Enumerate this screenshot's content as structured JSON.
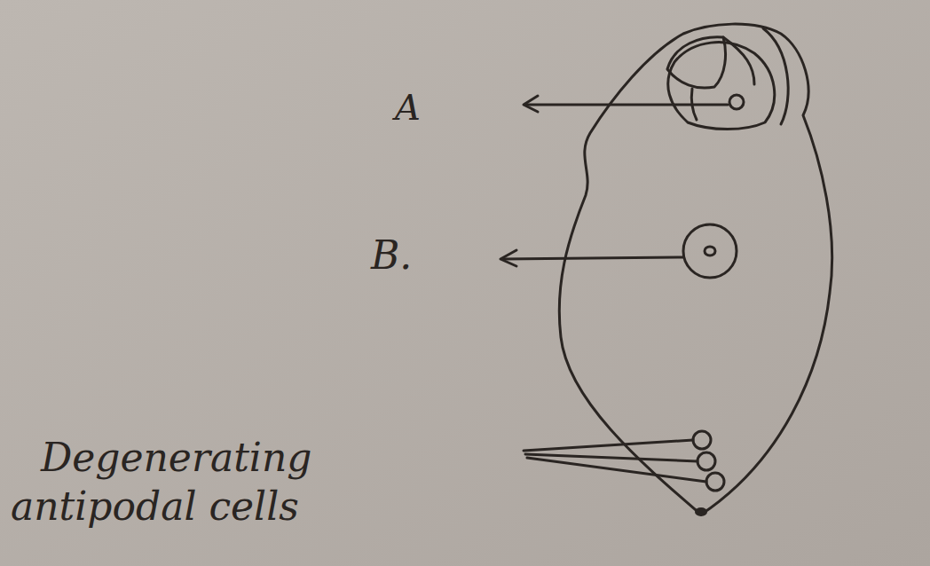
{
  "diagram": {
    "labels": [
      "A",
      "B.",
      "Degenerating antipodal cells"
    ]
  }
}
